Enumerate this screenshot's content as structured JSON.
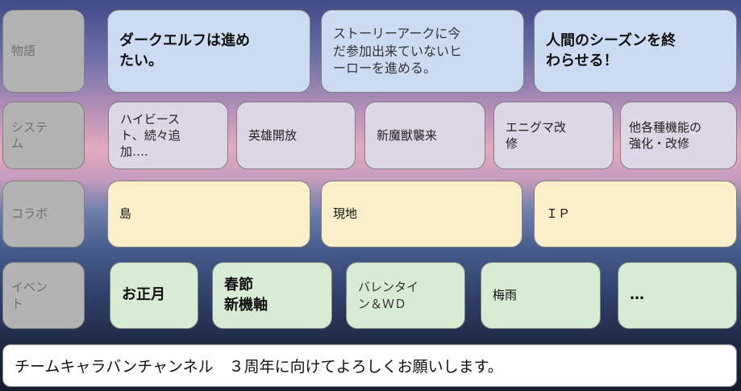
{
  "rows": [
    {
      "label": "物語",
      "items": [
        {
          "text": "ダークエルフは進め\nたい。",
          "bold": true
        },
        {
          "text": "ストーリーアークに今\nだ参加出来ていないヒ\nーローを進める。",
          "bold": false
        },
        {
          "text": "人間のシーズンを終\nわらせる！",
          "bold": true
        }
      ]
    },
    {
      "label": "システ\nム",
      "items": [
        {
          "text": "ハイビース\nト、続々追\n加….",
          "bold": false
        },
        {
          "text": "英雄開放",
          "bold": false
        },
        {
          "text": "新魔獣襲来",
          "bold": false
        },
        {
          "text": "エニグマ改\n修",
          "bold": false
        },
        {
          "text": "他各種機能の\n強化・改修",
          "bold": false
        }
      ]
    },
    {
      "label": "コラボ",
      "items": [
        {
          "text": "島",
          "bold": false
        },
        {
          "text": "現地",
          "bold": false
        },
        {
          "text": "ＩＰ",
          "bold": false
        }
      ]
    },
    {
      "label": "イベン\nト",
      "items": [
        {
          "text": "お正月",
          "bold": true
        },
        {
          "text": "春節\n新機軸",
          "bold": true
        },
        {
          "text": "バレンタイ\nン＆ＷＤ",
          "bold": false
        },
        {
          "text": "梅雨",
          "bold": false
        },
        {
          "text": "…",
          "bold": true
        }
      ]
    }
  ],
  "footer": "チームキャラバンチャンネル　３周年に向けてよろしくお願いします。"
}
